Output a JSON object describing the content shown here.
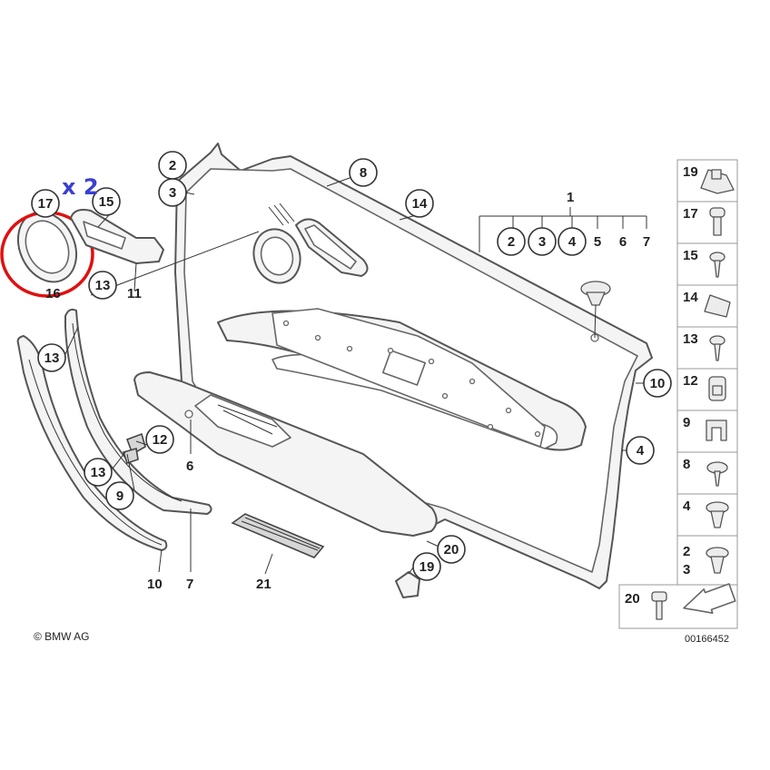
{
  "diagram": {
    "quantity_note": "x 2",
    "copyright": "© BMW AG",
    "drawing_number": "00166452",
    "highlight_color": "#e01010",
    "quantity_color": "#3a3fd0",
    "callouts": {
      "c2a": "2",
      "c3a": "3",
      "c8": "8",
      "c14": "14",
      "c17": "17",
      "c15": "15",
      "c13a": "13",
      "c11": "11",
      "c16": "16",
      "c13b": "13",
      "c12": "12",
      "c13c": "13",
      "c9": "9",
      "c6": "6",
      "c10a": "10",
      "c7": "7",
      "c21": "21",
      "c20": "20",
      "c19": "19",
      "c10b": "10",
      "c4": "4"
    },
    "kit": {
      "label": "1",
      "items": [
        "2",
        "3",
        "4",
        "5",
        "6",
        "7"
      ]
    },
    "legend": [
      {
        "label": "19",
        "icon": "clip-nut-icon"
      },
      {
        "label": "17",
        "icon": "rivet-icon"
      },
      {
        "label": "15",
        "icon": "screw-icon"
      },
      {
        "label": "14",
        "icon": "bracket-clip-icon"
      },
      {
        "label": "13",
        "icon": "screw-icon"
      },
      {
        "label": "12",
        "icon": "sleeve-icon"
      },
      {
        "label": "9",
        "icon": "spring-clip-icon"
      },
      {
        "label": "8",
        "icon": "washer-screw-icon"
      },
      {
        "label": "4",
        "icon": "expanding-rivet-icon"
      },
      {
        "label": "2",
        "icon": "expanding-rivet-icon"
      },
      {
        "label": "3",
        "icon": "expanding-rivet-icon"
      },
      {
        "label": "20",
        "icon": "bolt-icon"
      }
    ]
  }
}
